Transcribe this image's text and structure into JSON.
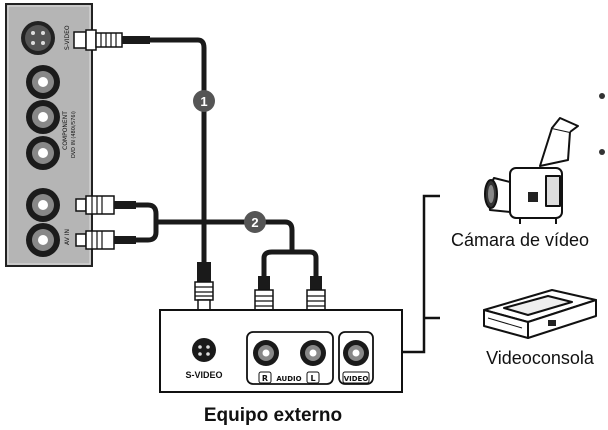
{
  "diagram": {
    "device_label": "Equipo externo",
    "jacks": {
      "svideo": "S-VIDEO",
      "audio_r": "R",
      "audio": "AUDIO",
      "audio_l": "L",
      "video": "VIDEO"
    },
    "steps": [
      "1",
      "2"
    ],
    "sources": [
      "Cámara de vídeo",
      "Videoconsola"
    ],
    "tv_panel": {
      "svideo_label": "S-VIDEO",
      "component_label": "COMPONENT",
      "dvd_label": "DVD IN (480i/576i)",
      "audio_label": "AV IN"
    },
    "colors": {
      "panel": "#b5b5b5",
      "cable": "#1a1a1a",
      "badge": "#555555"
    },
    "icons": [
      "camcorder-icon",
      "game-console-icon"
    ]
  }
}
